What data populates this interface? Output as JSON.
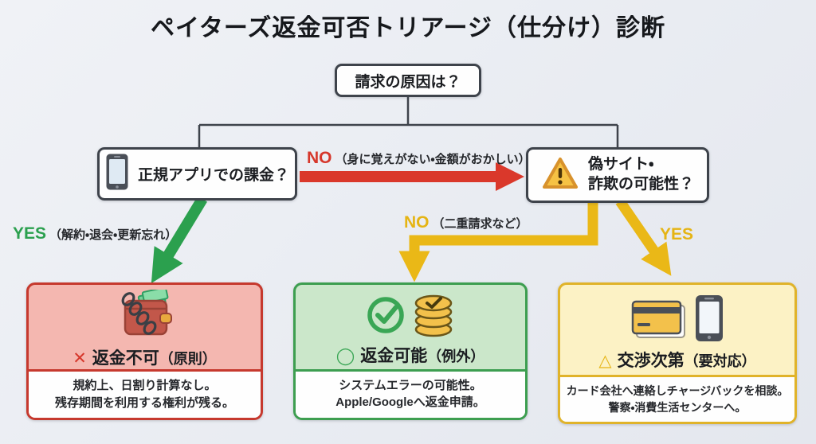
{
  "title": "ペイターズ返金可否トリアージ（仕分け）診断",
  "nodes": {
    "root": {
      "question": "請求の原因は？"
    },
    "official_app": {
      "question": "正規アプリでの課金？",
      "icon": "smartphone-icon"
    },
    "fake_site": {
      "question_line1": "偽サイト・",
      "question_line2": "詐欺の可能性？",
      "icon": "warning-triangle-icon"
    }
  },
  "edges": {
    "app_no": {
      "answer": "NO",
      "note": "（身に覚えがない・金額がおかしい）",
      "color": "#d6372b"
    },
    "app_yes": {
      "answer": "YES",
      "note": "（解約・退会・更新忘れ）",
      "color": "#2ba04e"
    },
    "fake_no": {
      "answer": "NO",
      "note": "（二重請求など）",
      "color": "#e5b414"
    },
    "fake_yes": {
      "answer": "YES",
      "color": "#e5b414"
    }
  },
  "outcomes": [
    {
      "id": "no-refund",
      "symbol": "✕",
      "title": "返金不可",
      "qualifier": "（原則）",
      "desc_line1": "規約上、日割り計算なし。",
      "desc_line2": "残存期間を利用する権利が残る。",
      "icon": "chained-wallet-icon",
      "accent": "#c6392e",
      "fill": "#f4b7b0"
    },
    {
      "id": "refund-possible",
      "symbol": "◯",
      "title": "返金可能",
      "qualifier": "（例外）",
      "desc_line1": "システムエラーの可能性。",
      "desc_line2": "Apple/Googleへ返金申請。",
      "icon": "check-and-coins-icon",
      "accent": "#3d9e50",
      "fill": "#cbe7ca"
    },
    {
      "id": "negotiation",
      "symbol": "△",
      "title": "交渉次第",
      "qualifier": "（要対応）",
      "desc_line1": "カード会社へ連絡しチャージバックを相談。",
      "desc_line2": "警察・消費生活センターへ。",
      "icon": "card-and-phone-icon",
      "accent": "#e0b32a",
      "fill": "#fcf2c5"
    }
  ]
}
